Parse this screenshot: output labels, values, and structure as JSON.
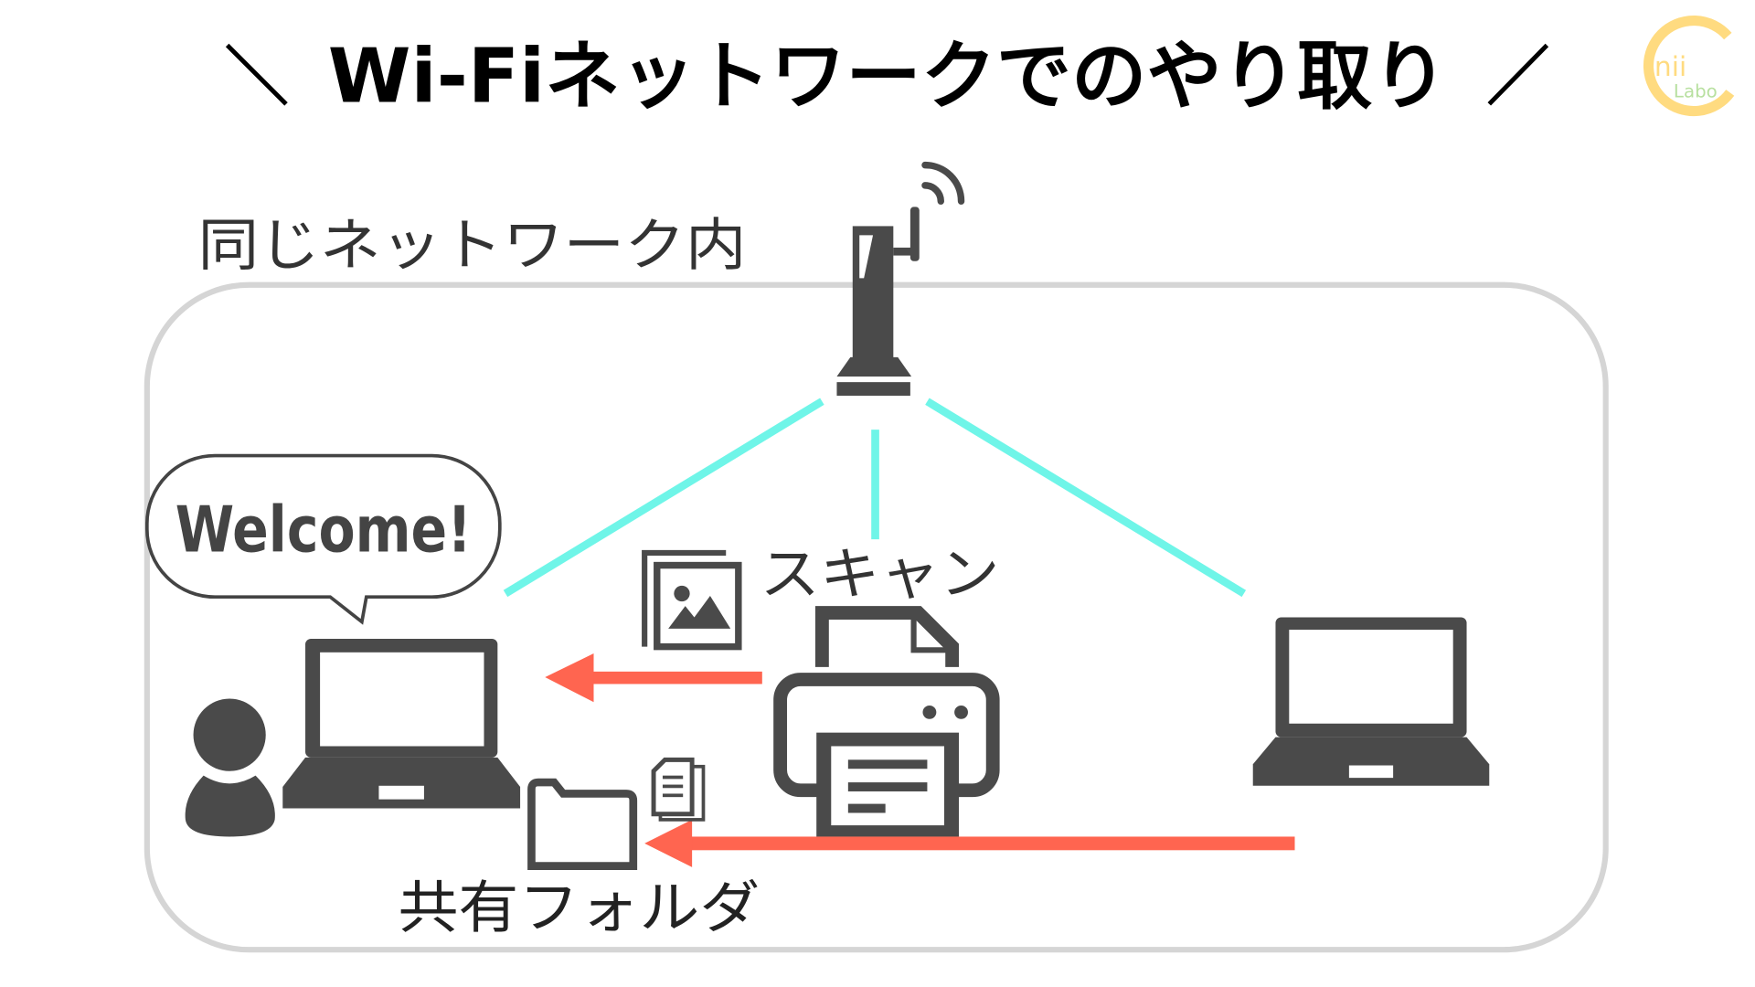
{
  "title": "Wi-Fiネットワークでのやり取り",
  "network_label": "同じネットワーク内",
  "bubble_text": "Welcome!",
  "scan_label": "スキャン",
  "shared_folder_label": "共有フォルダ",
  "logo": {
    "text_top": "nii",
    "text_bottom": "Labo"
  },
  "colors": {
    "connection": "#6FF5E8",
    "arrow": "#FF6550",
    "icon": "#4A4A4A",
    "frame": "#D5D5D5",
    "logo_yellow": "#FFDB80",
    "logo_green": "#B8E0A0"
  },
  "icons": [
    "router-icon",
    "wifi-icon",
    "laptop-icon",
    "person-icon",
    "printer-icon",
    "image-icon",
    "folder-icon",
    "document-icon",
    "speech-bubble-icon"
  ]
}
